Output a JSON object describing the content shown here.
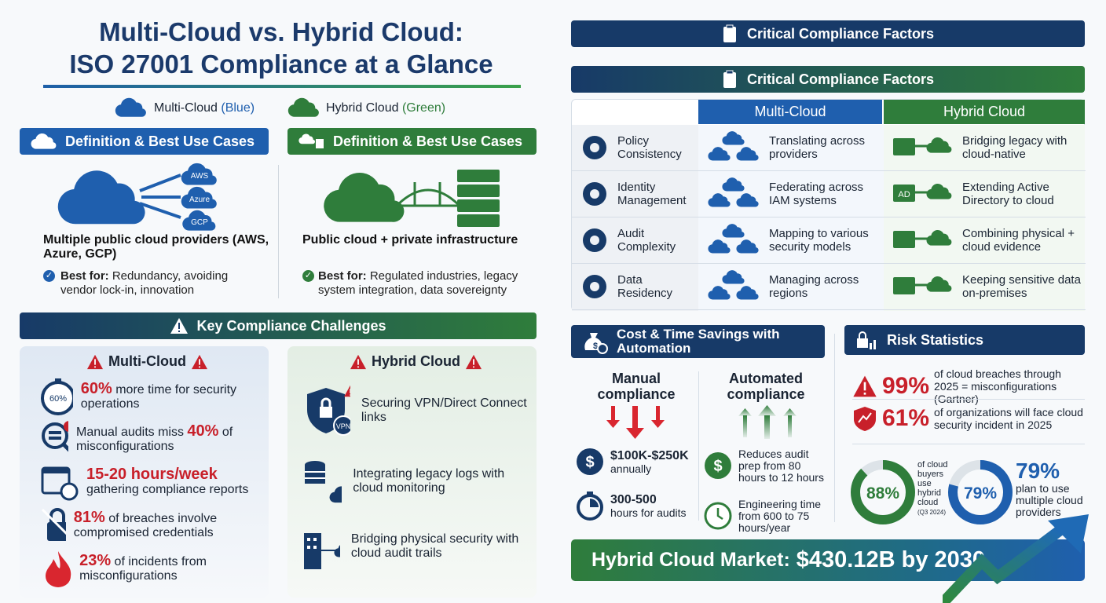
{
  "title": {
    "line1": "Multi-Cloud vs. Hybrid Cloud:",
    "line2": "ISO 27001 Compliance at a Glance"
  },
  "legend": {
    "multi": "Multi-Cloud",
    "multi_note": "(Blue)",
    "hybrid": "Hybrid Cloud",
    "hybrid_note": "(Green)"
  },
  "colors": {
    "blue": "#1f5fae",
    "green": "#2f7d3b",
    "navy": "#173a68",
    "red": "#c8202a"
  },
  "definition": {
    "multi": {
      "header": "Definition & Best Use Cases",
      "providers": [
        "AWS",
        "Azure",
        "GCP"
      ],
      "desc": "Multiple public cloud providers (AWS, Azure, GCP)",
      "best_label": "Best for:",
      "best": "Redundancy, avoiding vendor lock-in, innovation"
    },
    "hybrid": {
      "header": "Definition & Best Use Cases",
      "desc": "Public cloud + private infrastructure",
      "best_label": "Best for:",
      "best": "Regulated industries, legacy system integration, data sovereignty"
    }
  },
  "challenges": {
    "header": "Key Compliance Challenges",
    "multi": {
      "title": "Multi-Cloud",
      "gauge": "60%",
      "items": [
        {
          "hl": "60%",
          "pre": "",
          "text": " more time for security operations",
          "icon": "stopwatch-icon"
        },
        {
          "pre": "Manual audits miss ",
          "hl": "40%",
          "text": " of misconfigurations",
          "icon": "audit-search-icon"
        },
        {
          "pre": "",
          "hl": "15-20 hours/week",
          "text": " gathering compliance reports",
          "icon": "calendar-clock-icon"
        },
        {
          "pre": "",
          "hl": "81%",
          "text": " of breaches involve compromised credentials",
          "icon": "broken-chain-lock-icon"
        },
        {
          "pre": "",
          "hl": "23%",
          "text": " of incidents from misconfigurations",
          "icon": "fire-icon"
        }
      ]
    },
    "hybrid": {
      "title": "Hybrid Cloud",
      "vpn": "VPN",
      "items": [
        {
          "text": "Securing VPN/Direct Connect links",
          "icon": "vpn-shield-icon"
        },
        {
          "text": "Integrating legacy logs with cloud monitoring",
          "icon": "database-cloud-icon"
        },
        {
          "text": "Bridging physical security with cloud audit trails",
          "icon": "building-bridge-icon"
        }
      ]
    }
  },
  "factors": {
    "title": "Critical Compliance Factors",
    "subtitle": "Critical Compliance Factors",
    "columns": [
      "Multi-Cloud",
      "Hybrid Cloud"
    ],
    "rows": [
      {
        "factor": "Policy Consistency",
        "multi": "Translating across providers",
        "hybrid": "Bridging legacy with cloud-native",
        "ficon": "gears-icon"
      },
      {
        "factor": "Identity Management",
        "multi": "Federating across IAM systems",
        "hybrid": "Extending Active Directory to cloud",
        "ficon": "user-key-icon",
        "ad": "AD"
      },
      {
        "factor": "Audit Complexity",
        "multi": "Mapping to various security models",
        "hybrid": "Combining physical + cloud evidence",
        "ficon": "document-search-icon"
      },
      {
        "factor": "Data Residency",
        "multi": "Managing across regions",
        "hybrid": "Keeping sensitive data on-premises",
        "ficon": "globe-icon"
      }
    ]
  },
  "savings": {
    "header": "Cost & Time Savings with Automation",
    "manual": {
      "title": "Manual compliance",
      "items": [
        {
          "hl": "$100K-$250K",
          "text": "annually"
        },
        {
          "hl": "300-500",
          "text": "hours for audits"
        }
      ]
    },
    "automated": {
      "title": "Automated compliance",
      "items": [
        {
          "text": "Reduces audit prep from 80 hours to 12 hours"
        },
        {
          "text": "Engineering time from 600 to 75 hours/year"
        }
      ]
    }
  },
  "risk": {
    "header": "Risk Statistics",
    "s1": {
      "hl": "99%",
      "text": "of cloud breaches through 2025 = misconfigurations (Gartner)"
    },
    "s2": {
      "hl": "61%",
      "text": "of organizations will face cloud security incident in 2025"
    },
    "donut1": {
      "value": 88,
      "label": "88%",
      "text": "of cloud buyers use hybrid cloud",
      "note": "(Q3 2024)"
    },
    "donut2": {
      "value": 79,
      "label": "79%",
      "hl": "79%",
      "text": "plan to use multiple cloud providers"
    }
  },
  "market": {
    "label": "Hybrid Cloud Market:",
    "value": "$430.12B by 2030"
  }
}
